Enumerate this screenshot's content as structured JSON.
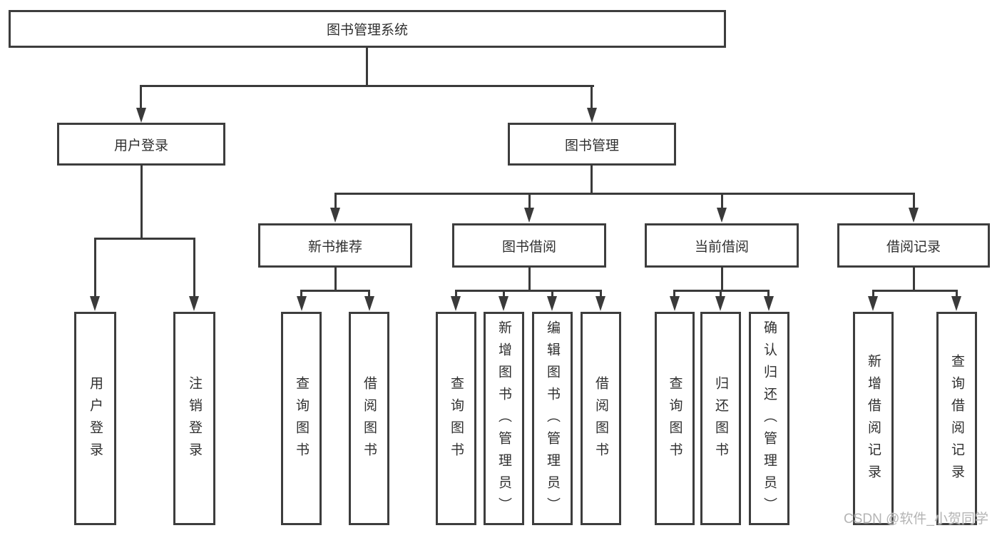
{
  "tree": {
    "label": "图书管理系统",
    "children": [
      {
        "label": "用户登录",
        "children": [
          {
            "label": "用户登录"
          },
          {
            "label": "注销登录"
          }
        ]
      },
      {
        "label": "图书管理",
        "children": [
          {
            "label": "新书推荐",
            "children": [
              {
                "label": "查询图书"
              },
              {
                "label": "借阅图书"
              }
            ]
          },
          {
            "label": "图书借阅",
            "children": [
              {
                "label": "查询图书"
              },
              {
                "label": "新增图书（管理员）"
              },
              {
                "label": "编辑图书（管理员）"
              },
              {
                "label": "借阅图书"
              }
            ]
          },
          {
            "label": "当前借阅",
            "children": [
              {
                "label": "查询图书"
              },
              {
                "label": "归还图书"
              },
              {
                "label": "确认归还（管理员）"
              }
            ]
          },
          {
            "label": "借阅记录",
            "children": [
              {
                "label": "新增借阅记录"
              },
              {
                "label": "查询借阅记录"
              }
            ]
          }
        ]
      }
    ]
  },
  "watermark": {
    "text": "CSDN @软件_小贺同学"
  },
  "style": {
    "background": "#ffffff",
    "line_color": "#3a3a3a",
    "border_color": "#3d3d3d",
    "text_color": "#2f2f2f",
    "watermark_color": "#b4b4b4"
  }
}
